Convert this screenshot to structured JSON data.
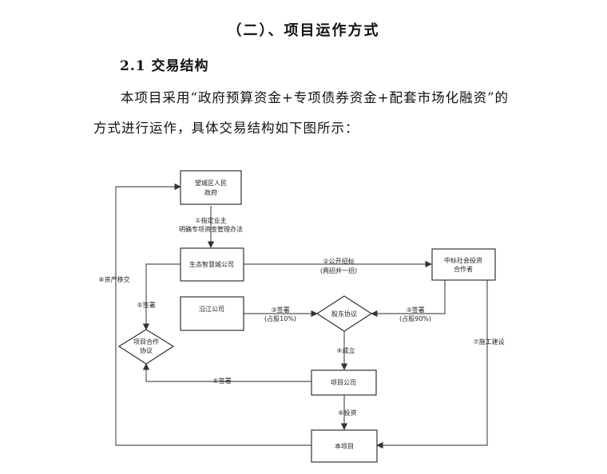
{
  "heading": "（二）、项目运作方式",
  "subheading": "2.1 交易结构",
  "paragraph_1": "本项目采用“政府预算资金+专项债券资金+配套市场化融资”的",
  "paragraph_2": "方式进行运作，具体交易结构如下图所示：",
  "diagram": {
    "nodes": {
      "gov_line1": "望城区人民",
      "gov_line2": "政府",
      "owner": "生态智慧城公司",
      "investor_line1": "中标社会投资",
      "investor_line2": "合作者",
      "river": "沿江公司",
      "shareholder": "股东协议",
      "coop_line1": "项目合作",
      "coop_line2": "协议",
      "project_company": "项目公司",
      "project": "本项目"
    },
    "edges": {
      "e1_line1": "①指定业主",
      "e1_line2": "明确专项资金管理办法",
      "e2_line1": "②公开招标",
      "e2_line2": "(两招并一招)",
      "e3a_line1": "③签署",
      "e3a_line2": "(占股10%)",
      "e3b_line1": "③签署",
      "e3b_line2": "(占股90%)",
      "e4": "④成立",
      "e5a": "⑤签署",
      "e5b": "⑤签署",
      "e6": "⑥投资",
      "e7": "⑦施工建设",
      "e8": "⑧资产移交"
    }
  }
}
